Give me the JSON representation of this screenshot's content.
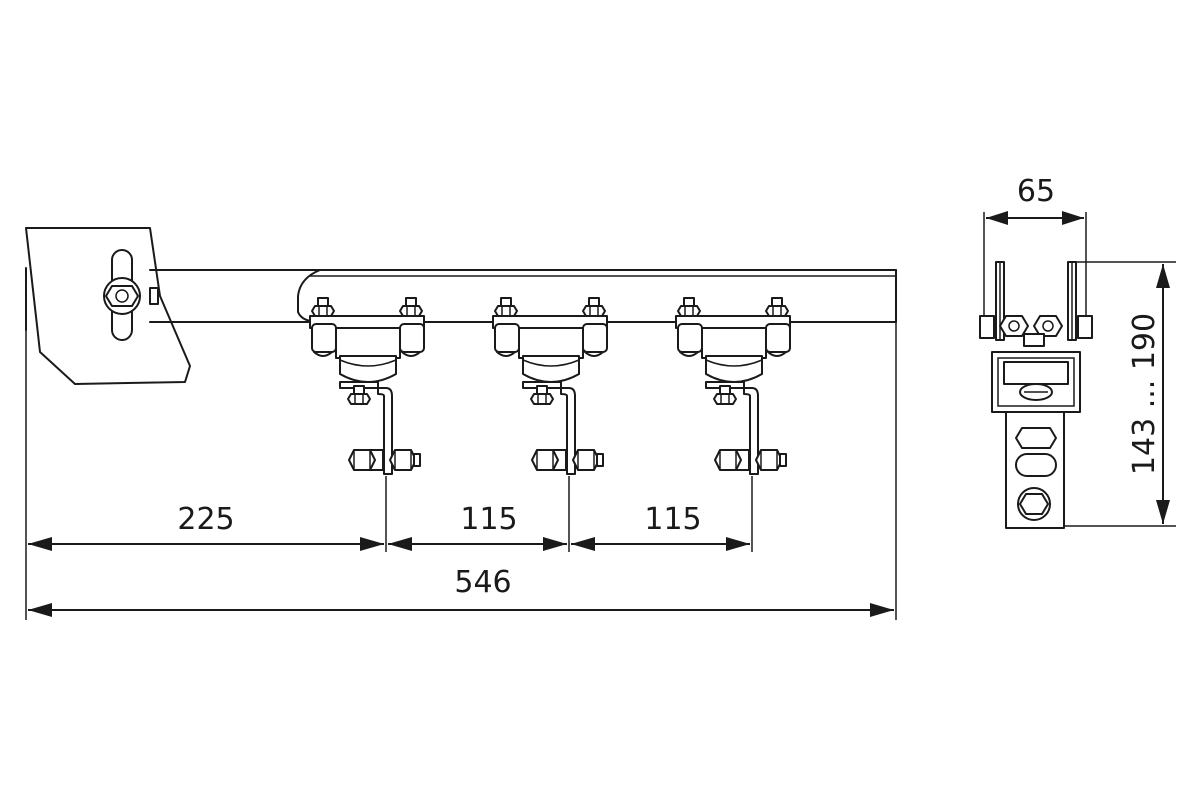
{
  "dimensions": {
    "segment_1": "225",
    "segment_2": "115",
    "segment_3": "115",
    "total_length": "546",
    "side_width": "65",
    "height_range": "143 ... 190"
  }
}
